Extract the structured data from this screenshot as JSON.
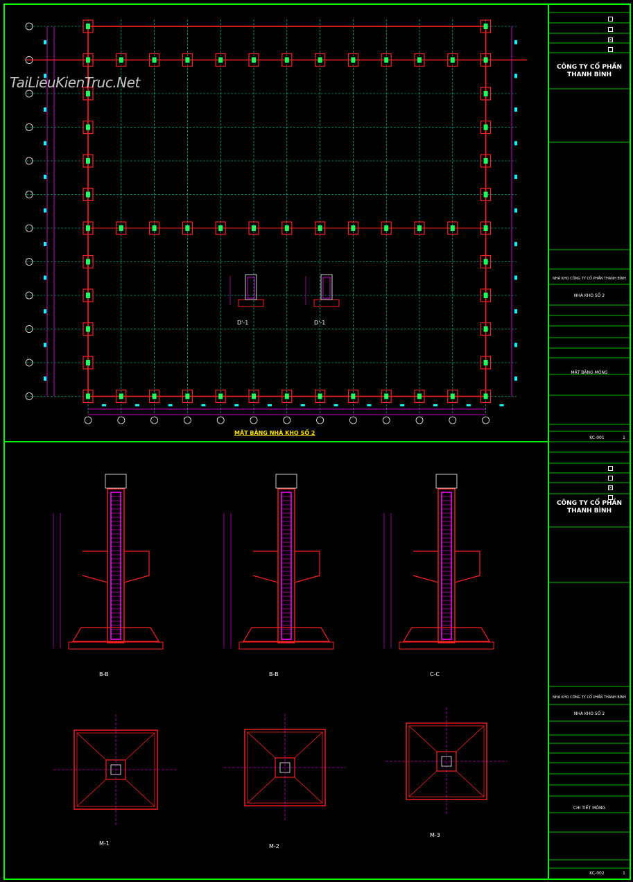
{
  "watermark": "TaiLieuKienTruc.Net",
  "plan": {
    "title": "MẶT BẰNG NHÀ KHO SỐ 2",
    "sections": [
      "D'-1",
      "D'-1"
    ]
  },
  "details": {
    "sections": [
      "B-B",
      "B-B",
      "C-C"
    ],
    "footings": [
      "M-1",
      "M-2",
      "M-3"
    ]
  },
  "title_block": {
    "company_line1": "CÔNG TY CỔ PHẦN",
    "company_line2": "THANH BÌNH",
    "project_name": "NHÀ KHO CÔNG TY CỔ PHẦN THANH BÌNH",
    "item_name": "NHÀ KHO SỐ 2",
    "sheet1_title": "MẶT BẰNG MÓNG",
    "sheet2_title": "CHI TIẾT MÓNG",
    "sheet1_no": "KC-001",
    "sheet2_no": "KC-002",
    "sheet1_page": "1",
    "sheet2_page": "1"
  },
  "colors": {
    "frame": "#00ff00",
    "grid": "#00e0c0",
    "column": "#ff2020",
    "dimension": "#ff00ff",
    "marker": "#00ffff"
  }
}
